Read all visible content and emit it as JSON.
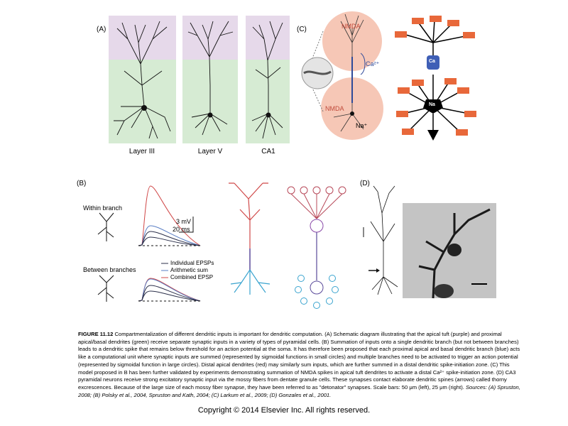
{
  "panels": {
    "a": {
      "letter": "(A)",
      "labels": [
        "Layer III",
        "Layer V",
        "CA1"
      ]
    },
    "b": {
      "letter": "(B)",
      "within_label": "Within branch",
      "between_label": "Between branches",
      "scale_mv": "3 mV",
      "scale_ms": "20 ms",
      "legend": [
        {
          "label": "Individual EPSPs",
          "color": "#2b2f4a"
        },
        {
          "label": "Arithmetic sum",
          "color": "#5a7ec4"
        },
        {
          "label": "Combined EPSP",
          "color": "#d04848"
        }
      ]
    },
    "c": {
      "letter": "(C)",
      "nmda_top": "NMDA",
      "nmda_bottom": "NMDA",
      "ca": "Ca²⁺",
      "na": "Na⁺",
      "unit_label": "NMDA",
      "ca_box": "Ca",
      "na_box": "Na"
    },
    "d": {
      "letter": "(D)"
    }
  },
  "caption": {
    "figure_label": "FIGURE 11.12",
    "body": " Compartmentalization of different dendritic inputs is important for dendritic computation. (A) Schematic diagram illustrating that the apical tuft (purple) and proximal apical/basal dendrites (green) receive separate synaptic inputs in a variety of types of pyramidal cells. (B) Summation of inputs onto a single dendritic branch (but not between branches) leads to a dendritic spike that remains below threshold for an action potential at the soma. It has therefore been proposed that each proximal apical and basal dendritic branch (blue) acts like a computational unit where synaptic inputs are summed (represented by sigmoidal functions in small circles) and multiple branches need to be activated to trigger an action potential (represented by sigmoidal function in large circles). Distal apical dendrites (red) may similarly sum inputs, which are further summed in a distal dendritic spike-initiation zone. (C) This model proposed in B has been further validated by experiments demonstrating summation of NMDA spikes in apical tuft dendrites to activate a distal Ca²⁺ spike-initiation zone. (D) CA3 pyramidal neurons receive strong excitatory synaptic input via the mossy fibers from dentate granule cells. These synapses contact elaborate dendritic spines (arrows) called thorny excrescences. Because of the large size of each mossy fiber synapse, they have been referred to as \"detonator\" synapses. Scale bars: 50 μm (left), 25 μm (right). ",
    "sources": "Sources: (A) Spruston, 2008; (B) Polsky et al., 2004, Spruston and Kath, 2004; (C) Larkum et al., 2009; (D) Gonzales et al., 2001."
  },
  "copyright": "Copyright © 2014 Elsevier Inc. All rights reserved."
}
